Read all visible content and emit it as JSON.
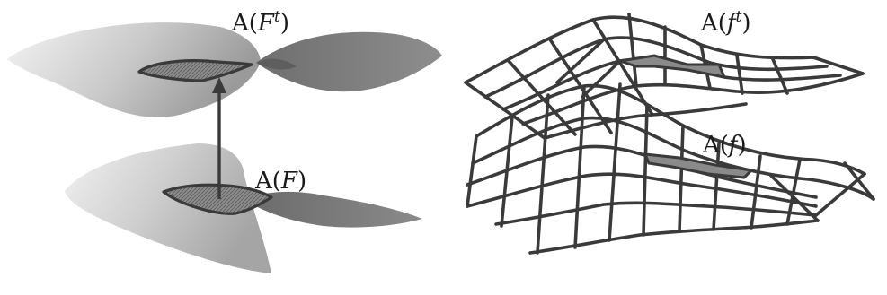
{
  "left_panel": {
    "top_label": {
      "prefix": "A(",
      "var": "F",
      "sup": "t",
      "suffix": ")"
    },
    "bottom_label": {
      "prefix": "A(",
      "var": "F",
      "suffix": ")"
    }
  },
  "right_panel": {
    "top_label": {
      "prefix": "A(",
      "var": "f",
      "sup": "t",
      "suffix": ")"
    },
    "bottom_label": {
      "prefix": "A(",
      "var": "f",
      "suffix": ")"
    }
  },
  "colors": {
    "surface_light": "#f2f2f2",
    "surface_dark": "#7a7a7a",
    "patch_fill": "#8a8a8a",
    "stroke": "#3a3a3a"
  }
}
